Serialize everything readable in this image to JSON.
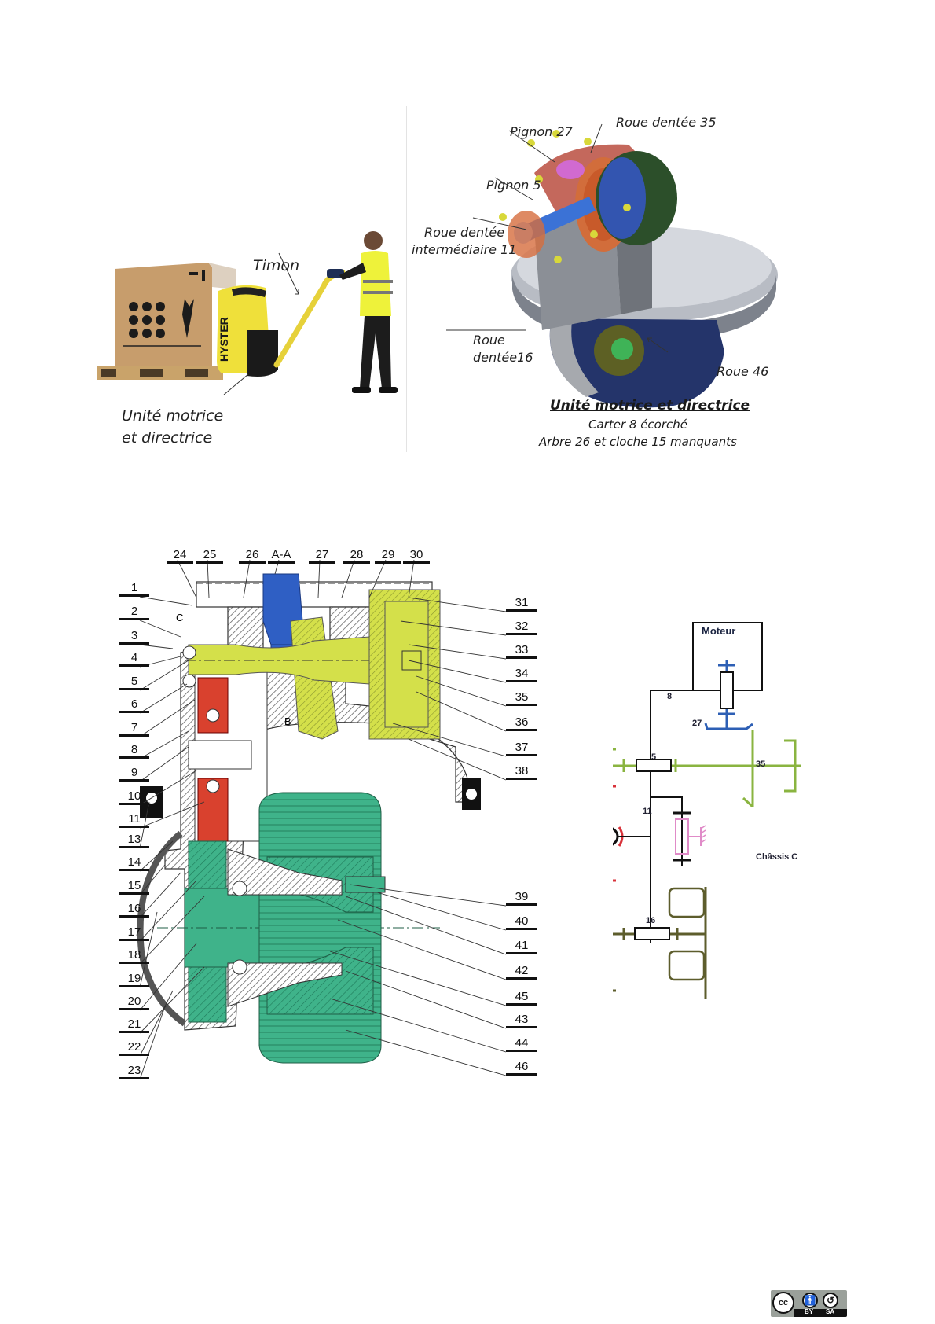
{
  "photo_panel": {
    "labels": {
      "timon": "Timon",
      "unit_line1": "Unité motrice",
      "unit_line2": "et directrice"
    },
    "truck_brand": "HYSTER"
  },
  "render_panel": {
    "labels": {
      "pignon27": "Pignon 27",
      "roue35": "Roue dentée 35",
      "pignon5": "Pignon 5",
      "roue11_line1": "Roue dentée",
      "roue11_line2": "intermédiaire 11",
      "roue16_line1": "Roue",
      "roue16_line2": "dentée16",
      "roue46": "Roue 46"
    },
    "caption": {
      "title": "Unité motrice et directrice",
      "line1": "Carter 8 écorché",
      "line2": "Arbre 26 et cloche 15 manquants"
    }
  },
  "section_drawing": {
    "top_labels": [
      "24",
      "25",
      "26",
      "A-A",
      "27",
      "28",
      "29",
      "30"
    ],
    "left_labels": [
      "1",
      "2",
      "3",
      "4",
      "5",
      "6",
      "7",
      "8",
      "9",
      "10",
      "11",
      "13",
      "14",
      "15",
      "16",
      "17",
      "18",
      "19",
      "20",
      "21",
      "22",
      "23"
    ],
    "right_labels": [
      "31",
      "32",
      "33",
      "34",
      "35",
      "36",
      "37",
      "38",
      "39",
      "40",
      "41",
      "42",
      "45",
      "43",
      "44",
      "46"
    ],
    "section_marks": {
      "b": "B",
      "c": "C"
    },
    "colors": {
      "pinion27": "#2f5fc4",
      "shaft5": "#d4e04a",
      "gear11": "#d9412e",
      "wheel": "#3fb38a",
      "hatch": "#777777"
    }
  },
  "kinematic_schema": {
    "motor_label": "Moteur",
    "labels": {
      "n8": "8",
      "n27": "27",
      "n5": "5",
      "n35": "35",
      "n11": "11",
      "n16": "16",
      "chassis": "Châssis C"
    },
    "colors": {
      "frame": "#111111",
      "blue": "#2d5fb5",
      "green": "#8ab440",
      "red": "#d8323a",
      "pink": "#e08bc8",
      "olive": "#5d5d2c"
    }
  },
  "license": {
    "badge": "cc",
    "by": "BY",
    "sa": "SA"
  }
}
